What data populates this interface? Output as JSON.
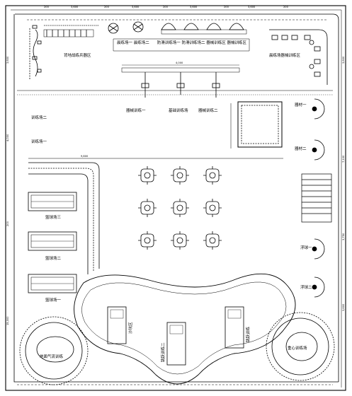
{
  "drawing": {
    "zones": {
      "top_left_zone": "背地战练兵器区",
      "top_strip": "晨练场一 晨练场二　　防滑训练场一 防滑训练场二 器械训练区 器械训练区",
      "top_right_zone": "晨练场器械训练区",
      "row_left": "器械训练一",
      "row_right": "器械训练二",
      "left_upper": "训练场二",
      "left_lower": "训练场一",
      "right_upper": "器材一",
      "right_lower": "器材二",
      "center_zone": "基础训练场",
      "court_3": "篮球场三",
      "court_2": "篮球场二",
      "court_1": "篮球场一",
      "right_mid_1": "浮球一",
      "right_mid_2": "浮球二",
      "bottom_left_circle": "地面气流训练",
      "bottom_right_circle": "重心训练场",
      "pit_1": "沙坑区",
      "pit_2": "跳跃训练二",
      "pit_3": "跳跃训练"
    },
    "dimensions": {
      "top": [
        "200",
        "3,600",
        "200",
        "3,600",
        "200",
        "3,600",
        "200",
        "3,600",
        "200"
      ],
      "mid_span": "4,000",
      "wide_span": "9,800",
      "left_side": [
        "3,600",
        "4,000",
        "200",
        "15,000"
      ],
      "right_side": [
        "3,600",
        "7,100",
        "3,750",
        "3,600"
      ]
    }
  }
}
